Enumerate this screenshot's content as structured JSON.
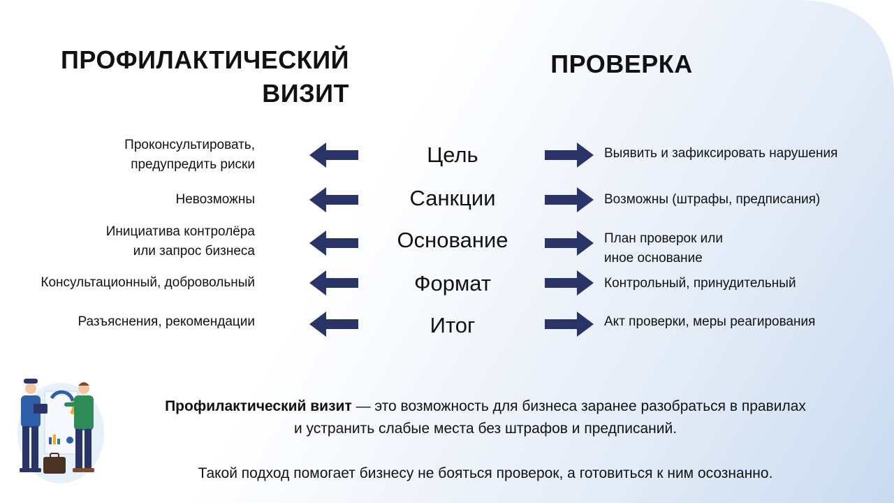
{
  "titles": {
    "left_line1": "ПРОФИЛАКТИЧЕСКИЙ",
    "left_line2": "ВИЗИТ",
    "right": "ПРОВЕРКА"
  },
  "rows": [
    {
      "label": "Цель",
      "left_lines": [
        "Проконсультировать,",
        "предупредить риски"
      ],
      "right_lines": [
        "Выявить и зафиксировать нарушения"
      ]
    },
    {
      "label": "Санкции",
      "left_lines": [
        "Невозможны"
      ],
      "right_lines": [
        "Возможны (штрафы, предписания)"
      ]
    },
    {
      "label": "Основание",
      "left_lines": [
        "Инициатива контролёра",
        "или запрос бизнеса"
      ],
      "right_lines": [
        "План проверок или",
        "иное основание"
      ]
    },
    {
      "label": "Формат",
      "left_lines": [
        "Консультационный, добровольный"
      ],
      "right_lines": [
        "Контрольный, принудительный"
      ]
    },
    {
      "label": "Итог",
      "left_lines": [
        "Разъяснения, рекомендации"
      ],
      "right_lines": [
        "Акт проверки, меры реагирования"
      ]
    }
  ],
  "summary": {
    "line1_bold": "Профилактический визит",
    "line1_rest": " — это возможность для бизнеса заранее разобраться в правилах",
    "line2": "и устранить слабые места без штрафов и предписаний.",
    "line3": "Такой подход помогает бизнесу не бояться проверок, а готовиться к ним осознанно."
  },
  "colors": {
    "arrow": "#2b3467",
    "accent_blue": "#2f5ea8",
    "accent_green": "#2e8b57"
  },
  "icons": {
    "left_arrow": "arrow-left-icon",
    "right_arrow": "arrow-right-icon",
    "illustration": "inspector-and-businessman-illustration"
  }
}
